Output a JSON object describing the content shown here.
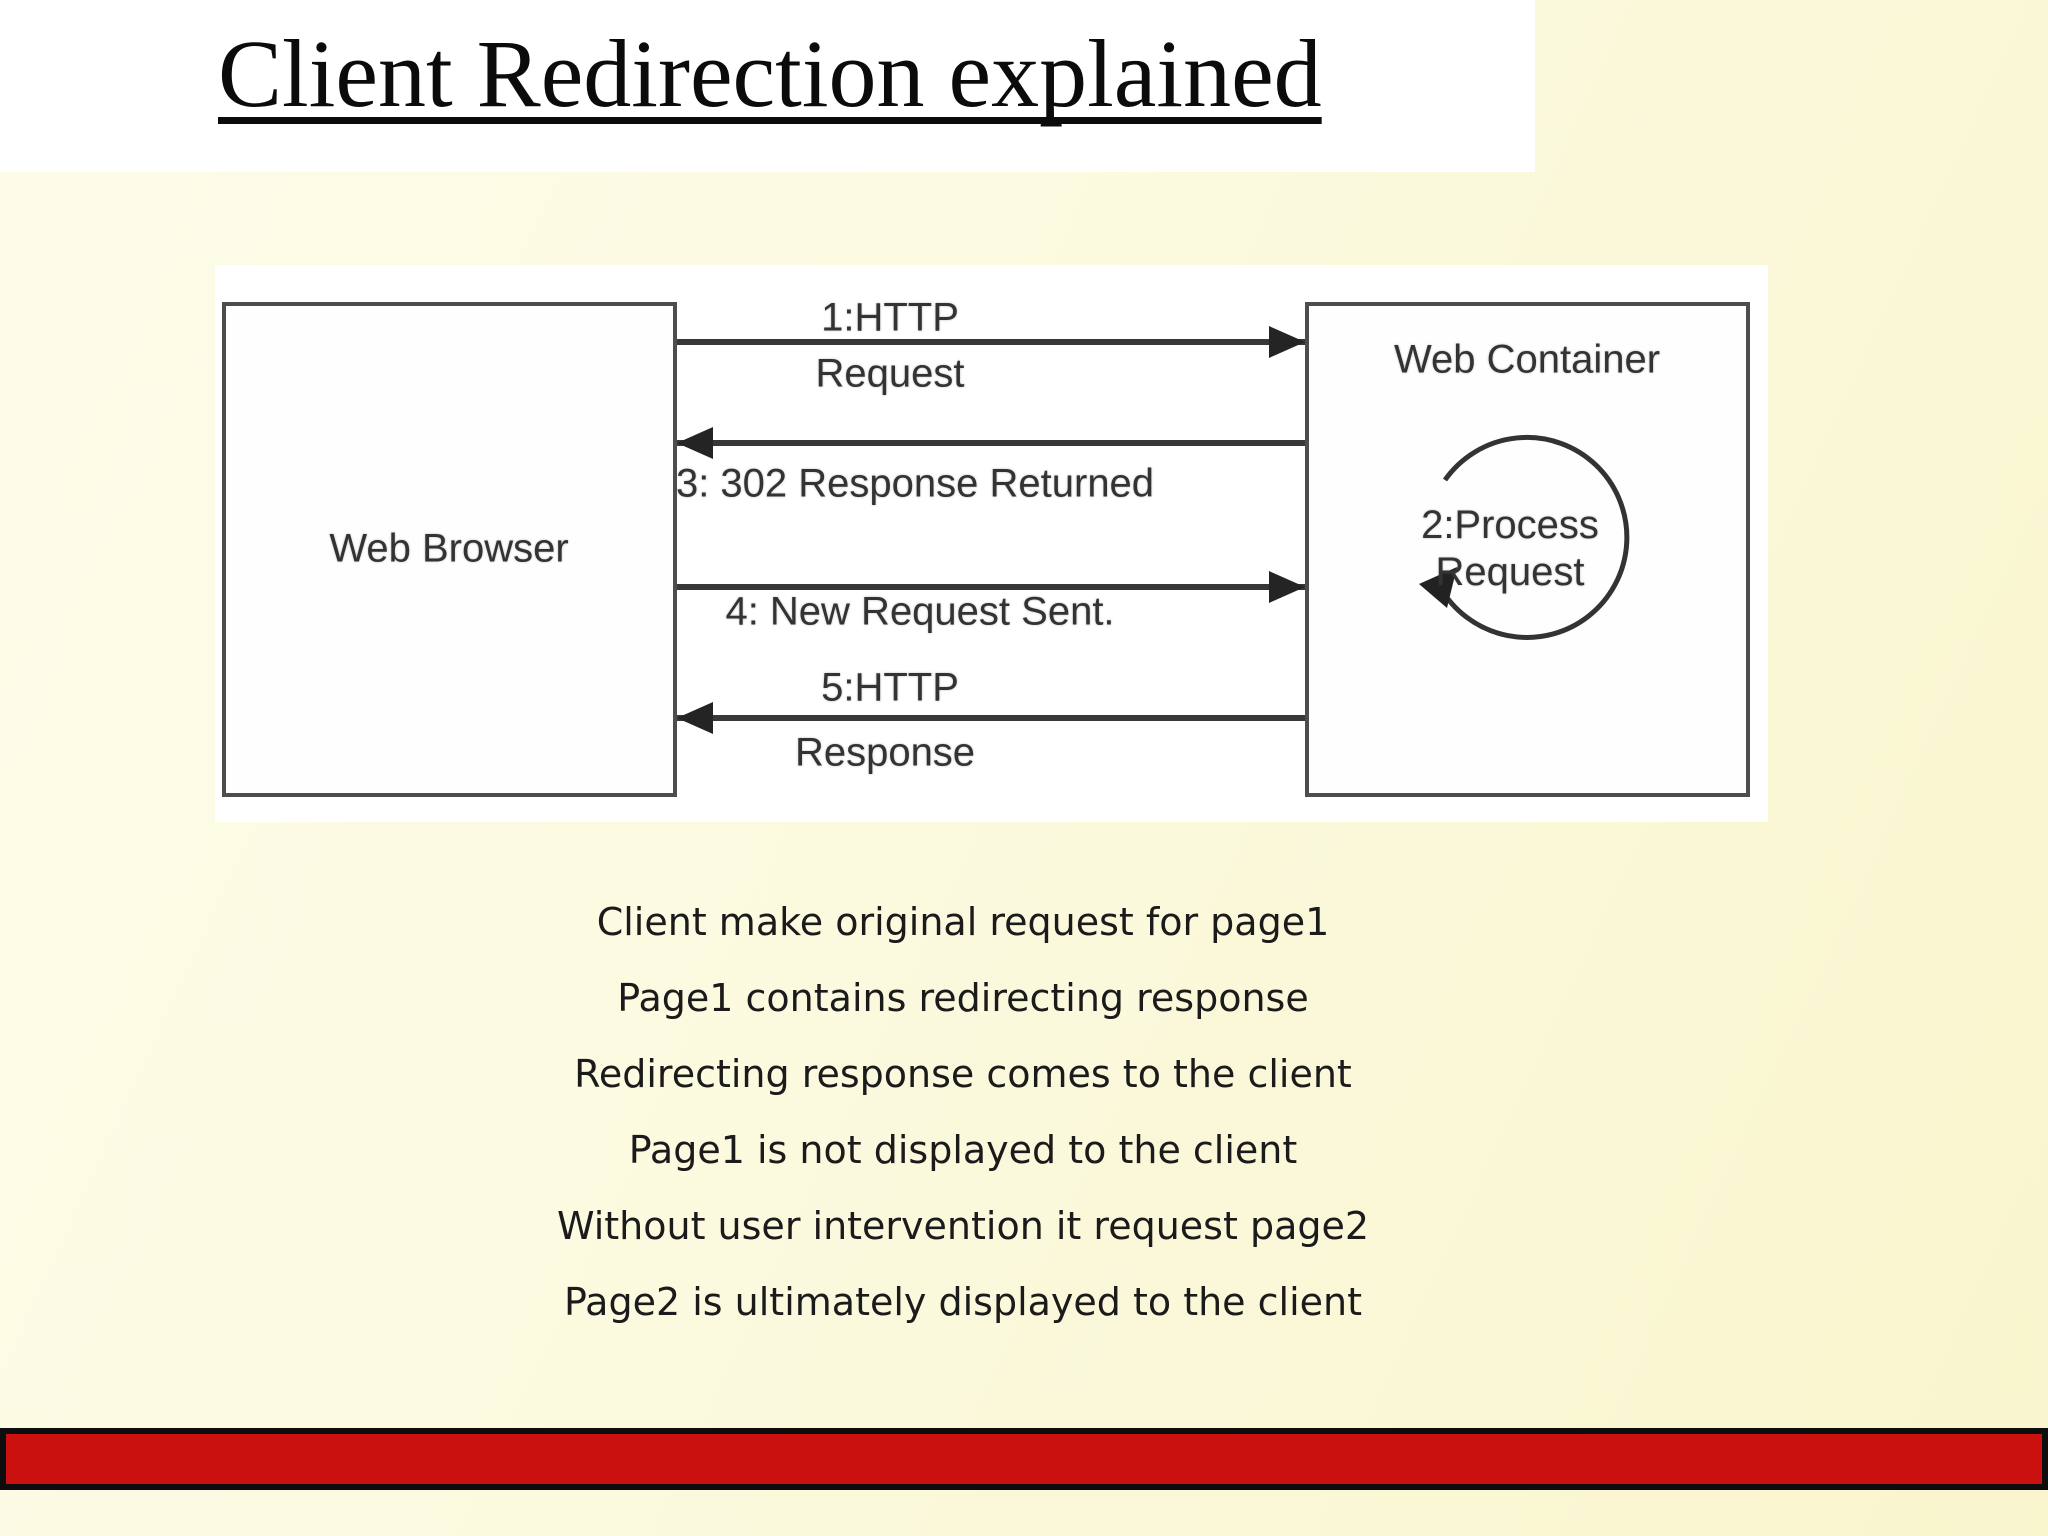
{
  "title": "Client Redirection explained",
  "diagram": {
    "browser_label": "Web Browser",
    "container_label": "Web Container",
    "process_line1": "2:Process",
    "process_line2": "Request",
    "arrows": [
      {
        "direction": "right",
        "label_above": "1:HTTP",
        "label_below": "Request"
      },
      {
        "direction": "left",
        "label_below": "3: 302 Response Returned"
      },
      {
        "direction": "right",
        "label_below": "4: New Request Sent."
      },
      {
        "direction": "left",
        "label_above": "5:HTTP",
        "label_below": "Response"
      }
    ]
  },
  "notes": [
    "Client make original request for page1",
    "Page1 contains redirecting response",
    "Redirecting response comes to the client",
    "Page1 is not displayed to the client",
    "Without user intervention it request page2",
    "Page2 is ultimately displayed to the client"
  ],
  "colors": {
    "background_cream": "#fbf9dc",
    "title_band": "#ffffff",
    "diagram_background": "#ffffff",
    "box_border": "#4d4d4d",
    "arrow": "#383838",
    "footer_red": "#cb1010",
    "footer_border": "#0d0d0d"
  }
}
